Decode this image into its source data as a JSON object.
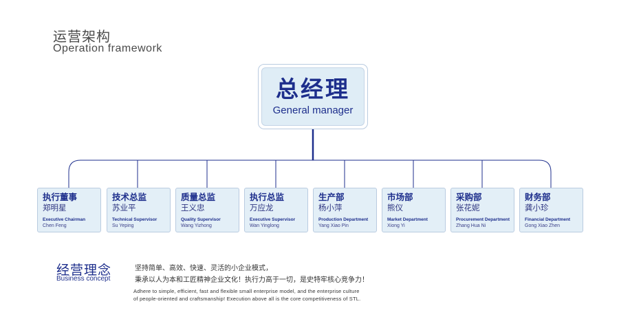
{
  "header": {
    "title_cn": "运营架构",
    "title_en": "Operation framework"
  },
  "general_manager": {
    "title_cn": "总经理",
    "title_en": "General manager"
  },
  "departments": [
    {
      "title_cn": "执行董事",
      "name_cn": "郑明星",
      "role_en": "Executive Chairman",
      "name_en": "Chen Feng"
    },
    {
      "title_cn": "技术总监",
      "name_cn": "苏业平",
      "role_en": "Technical Supervisor",
      "name_en": "Su Yeping"
    },
    {
      "title_cn": "质量总监",
      "name_cn": "王义忠",
      "role_en": "Quality Supervisor",
      "name_en": "Wang Yizhong"
    },
    {
      "title_cn": "执行总监",
      "name_cn": "万应龙",
      "role_en": "Executive Supervisor",
      "name_en": "Wan Yinglong"
    },
    {
      "title_cn": "生产部",
      "name_cn": "杨小萍",
      "role_en": "Production Department",
      "name_en": "Yang Xiao Pin"
    },
    {
      "title_cn": "市场部",
      "name_cn": "熊仪",
      "role_en": "Market Department",
      "name_en": "Xiong Yi"
    },
    {
      "title_cn": "采购部",
      "name_cn": "张花妮",
      "role_en": "Procurement Department",
      "name_en": "Zhang Hua Ni"
    },
    {
      "title_cn": "财务部",
      "name_cn": "龚小珍",
      "role_en": "Financial Department",
      "name_en": "Gong Xiao Zhen"
    }
  ],
  "business_concept": {
    "title_cn": "经营理念",
    "title_en": "Business concept",
    "line1_cn": "坚持简单、高效、快速、灵活的小企业模式，",
    "line2_cn": "秉承以人为本和工匠精神企业文化！执行力高于一切，是史特牢核心竞争力！",
    "line1_en": "Adhere to simple, efficient, fast and flexible small enterprise model, and the enterprise culture",
    "line2_en": "of people-oriented and craftsmanship! Execution above all is the core competitiveness of STL."
  },
  "colors": {
    "primary_navy": "#1d2e8c",
    "box_fill": "#e3eff7",
    "box_border": "#b9cbe0",
    "connector": "#1d2e8c"
  }
}
